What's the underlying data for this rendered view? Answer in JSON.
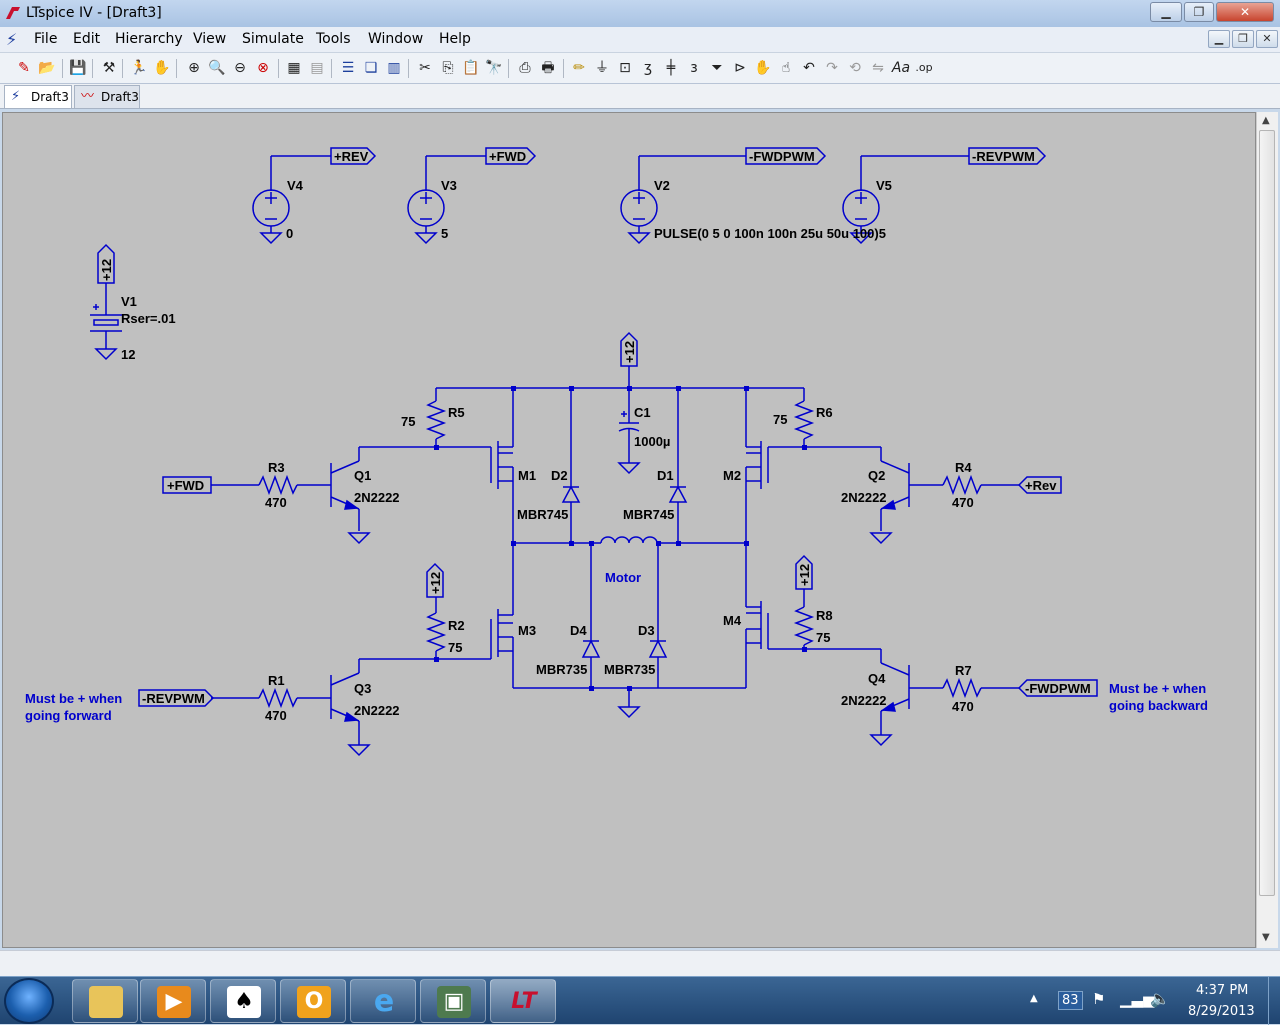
{
  "window": {
    "title": "LTspice IV - [Draft3]"
  },
  "menu": [
    "File",
    "Edit",
    "Hierarchy",
    "View",
    "Simulate",
    "Tools",
    "Window",
    "Help"
  ],
  "tabs": [
    {
      "label": "Draft3",
      "active": true
    },
    {
      "label": "Draft3",
      "active": false
    }
  ],
  "schematic": {
    "sources": [
      {
        "ref": "V4",
        "value": "0",
        "net": "+REV"
      },
      {
        "ref": "V3",
        "value": "5",
        "net": "+FWD"
      },
      {
        "ref": "V2",
        "value": "PULSE(0 5 0 100n 100n 25u 50u 100)5",
        "net": "-FWDPWM"
      },
      {
        "ref": "V5",
        "value": "",
        "net": "-REVPWM"
      }
    ],
    "battery": {
      "ref": "V1",
      "param": "Rser=.01",
      "value": "12",
      "net": "+12"
    },
    "supply_label": "+12",
    "capacitor": {
      "ref": "C1",
      "value": "1000µ"
    },
    "resistors": [
      {
        "ref": "R5",
        "value": "75"
      },
      {
        "ref": "R6",
        "value": "75"
      },
      {
        "ref": "R3",
        "value": "470"
      },
      {
        "ref": "R4",
        "value": "470"
      },
      {
        "ref": "R2",
        "value": "75"
      },
      {
        "ref": "R8",
        "value": "75"
      },
      {
        "ref": "R1",
        "value": "470"
      },
      {
        "ref": "R7",
        "value": "470"
      }
    ],
    "transistors": [
      {
        "ref": "Q1",
        "model": "2N2222"
      },
      {
        "ref": "Q2",
        "model": "2N2222"
      },
      {
        "ref": "Q3",
        "model": "2N2222"
      },
      {
        "ref": "Q4",
        "model": "2N2222"
      }
    ],
    "mosfets": [
      "M1",
      "M2",
      "M3",
      "M4"
    ],
    "diodes": [
      {
        "ref": "D2",
        "model": "MBR745"
      },
      {
        "ref": "D1",
        "model": "MBR745"
      },
      {
        "ref": "D4",
        "model": "MBR735"
      },
      {
        "ref": "D3",
        "model": "MBR735"
      }
    ],
    "inputs": {
      "fwd": "+FWD",
      "rev": "+Rev",
      "revpwm": "-REVPWM",
      "fwdpwm": "-FWDPWM"
    },
    "motor_label": "Motor",
    "notes": {
      "left": [
        "Must be + when",
        "going forward"
      ],
      "right": [
        "Must be + when",
        "going backward"
      ]
    }
  },
  "taskbar": {
    "tray_count": "83",
    "time": "4:37 PM",
    "date": "8/29/2013"
  }
}
